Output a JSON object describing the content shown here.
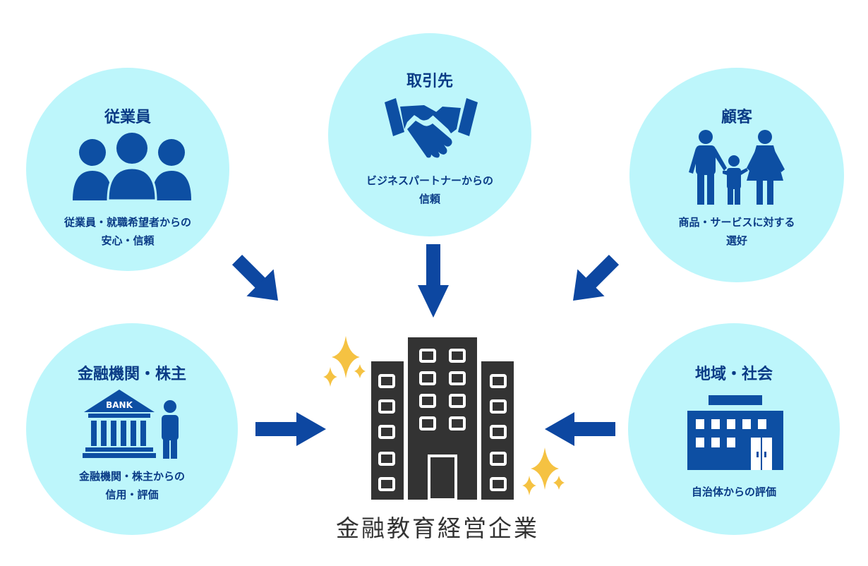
{
  "stakeholders": {
    "employees": {
      "title": "従業員",
      "desc": [
        "従業員・就職希望者からの",
        "安心・信頼"
      ],
      "icon": "people-group-icon"
    },
    "partners": {
      "title": "取引先",
      "desc": [
        "ビジネスパートナーからの",
        "信頼"
      ],
      "icon": "handshake-icon"
    },
    "customers": {
      "title": "顧客",
      "desc": [
        "商品・サービスに対する",
        "選好"
      ],
      "icon": "family-icon"
    },
    "finance": {
      "title": "金融機関・株主",
      "desc": [
        "金融機関・株主からの",
        "信用・評価"
      ],
      "icon": "bank-icon",
      "bank_sign": "BANK"
    },
    "community": {
      "title": "地域・社会",
      "desc": [
        "自治体からの評価"
      ],
      "icon": "city-hall-icon"
    }
  },
  "center": {
    "label": "金融教育経営企業",
    "icon": "office-building-icon"
  },
  "colors": {
    "circle": "#bdf6fb",
    "accent": "#0a3b86",
    "arrow": "#0d47a1",
    "building": "#333333",
    "sparkle": "#f5c242"
  }
}
